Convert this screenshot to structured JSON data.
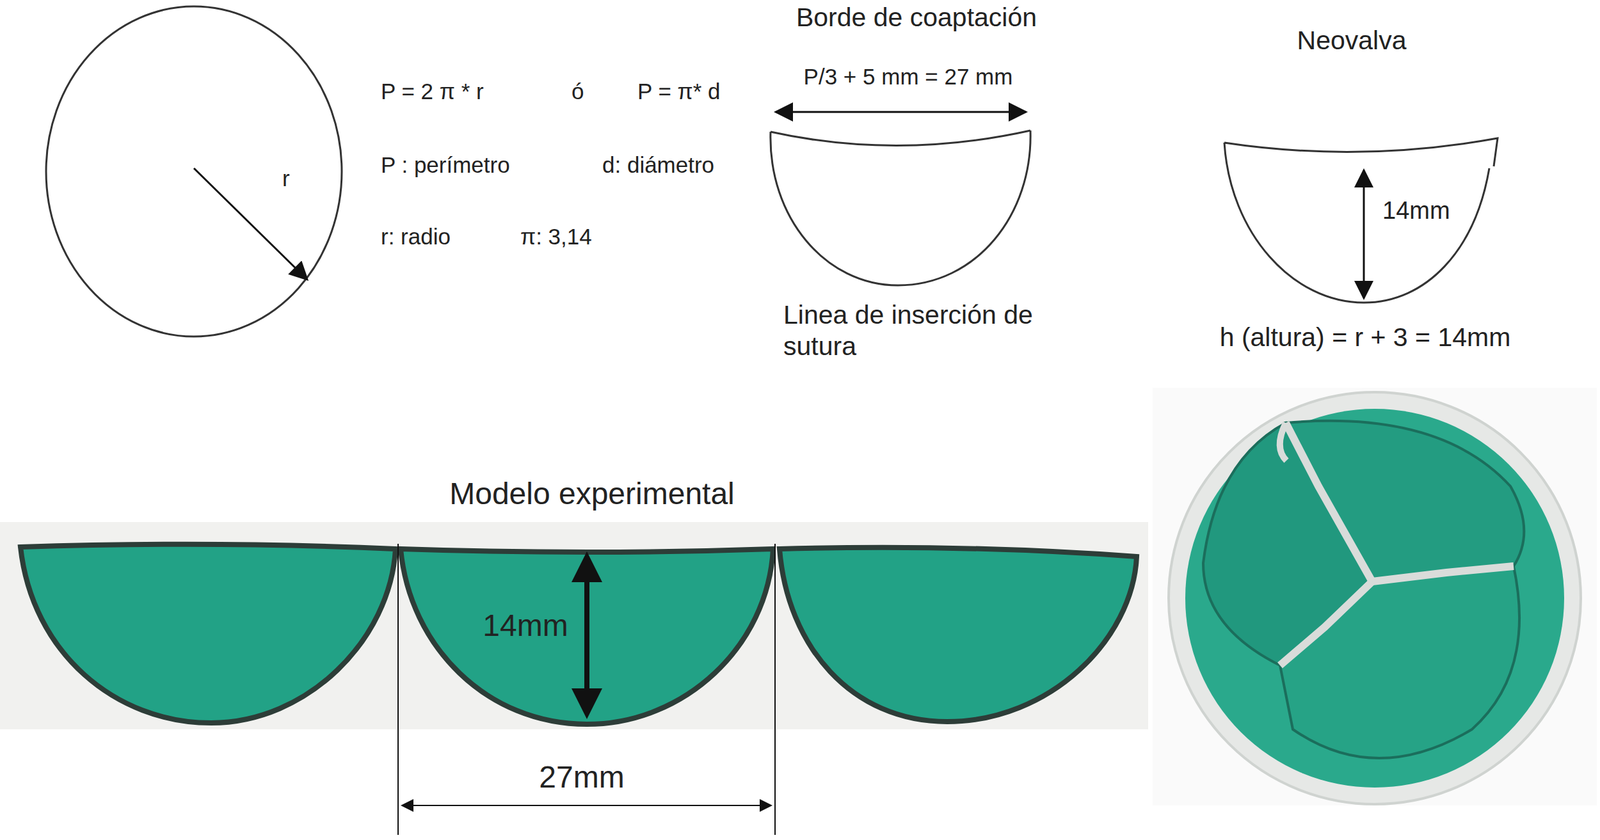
{
  "diagram": {
    "labels": [
      "r",
      "P = 2 π * r",
      "ó",
      "P = π* d",
      "P : perímetro",
      "d: diámetro",
      "r: radio",
      "π: 3,14",
      "Borde de coaptación",
      "P/3 + 5 mm = 27 mm",
      "Linea de inserción de sutura",
      "Neovalva",
      "14mm",
      "h (altura) = r + 3 = 14mm",
      "Modelo experimental",
      "14mm",
      "27mm"
    ]
  }
}
